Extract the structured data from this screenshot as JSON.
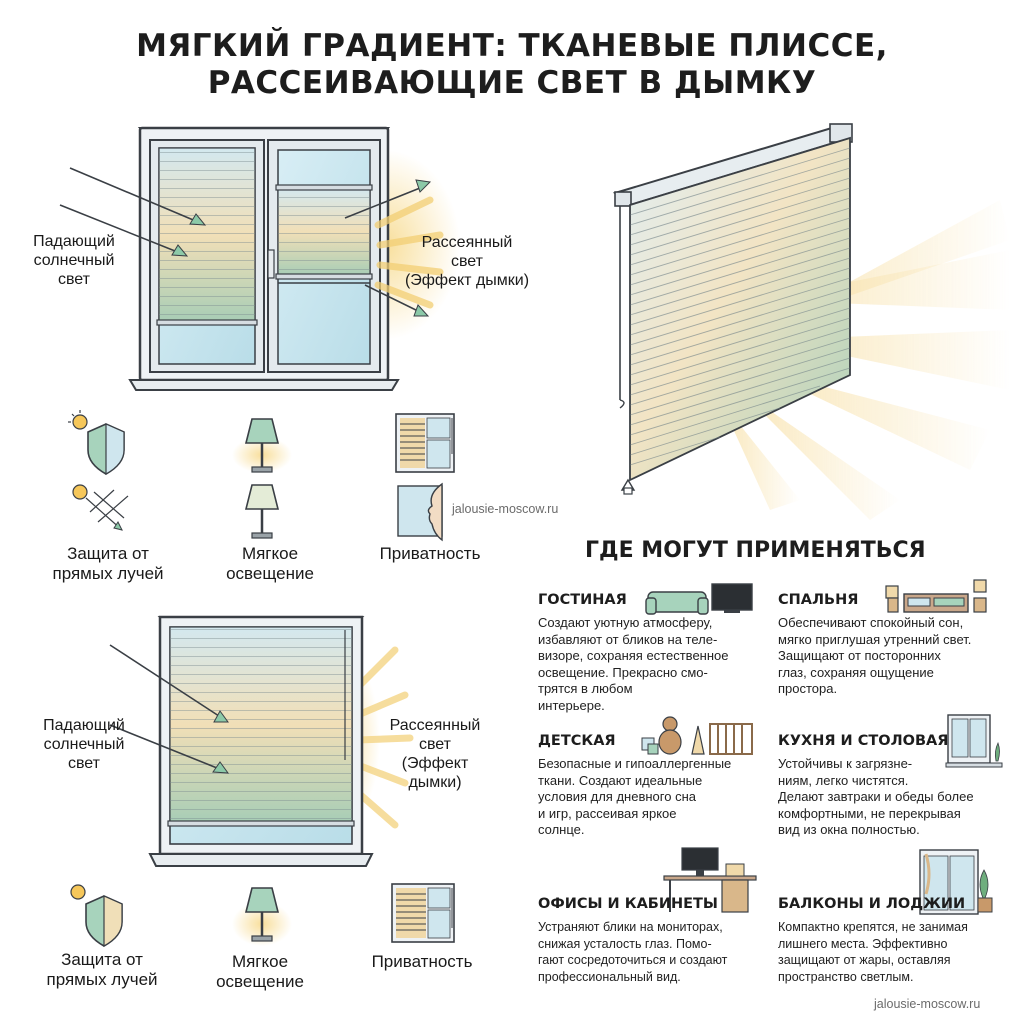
{
  "header": {
    "title_line1": "МЯГКИЙ ГРАДИЕНТ: ТКАНЕВЫЕ ПЛИССЕ,",
    "title_line2": "РАССЕИВАЮЩИЕ СВЕТ В ДЫМКУ"
  },
  "top_window": {
    "incoming_label": [
      "Падающий",
      "солнечный",
      "свет"
    ],
    "diffused_label": [
      "Рассеянный",
      "свет",
      "(Эффект дымки)"
    ]
  },
  "bottom_window": {
    "incoming_label": [
      "Падающий",
      "солнечный",
      "свет"
    ],
    "diffused_label": [
      "Рассеянный",
      "свет",
      "(Эффект",
      "дымки)"
    ]
  },
  "features_top": [
    {
      "icon": "sun-shield-icon",
      "label": [
        "Защита от",
        "прямых лучей"
      ]
    },
    {
      "icon": "table-lamp-icon",
      "label": [
        "Мягкое",
        "освещение"
      ]
    },
    {
      "icon": "privacy-icon",
      "label": [
        "Приватность"
      ]
    }
  ],
  "features_bottom": [
    {
      "icon": "sun-shield-icon",
      "label": [
        "Защита от",
        "прямых лучей"
      ]
    },
    {
      "icon": "table-lamp-icon",
      "label": [
        "Мягкое",
        "освещение"
      ]
    },
    {
      "icon": "blind-icon",
      "label": [
        "Приватность"
      ]
    }
  ],
  "watermark": "jalousie-moscow.ru",
  "applications": {
    "heading": "ГДЕ МОГУТ ПРИМЕНЯТЬСЯ",
    "items": [
      {
        "title": "ГОСТИНАЯ",
        "icon": "sofa-tv-icon",
        "desc": [
          "Создают уютную атмосферу,",
          "избавляют от бликов на теле-",
          "визоре, сохраняя естественное",
          "освещение. Прекрасно смо-",
          "трятся в любом",
          "интерьере."
        ]
      },
      {
        "title": "СПАЛЬНЯ",
        "icon": "bed-icon",
        "desc": [
          "Обеспечивают спокойный сон,",
          "мягко приглушая утренний свет.",
          "Защищают от посторонних",
          "глаз, сохраняя ощущение",
          "простора."
        ]
      },
      {
        "title": "ДЕТСКАЯ",
        "icon": "toys-crib-icon",
        "desc": [
          "Безопасные и гипоаллергенные",
          "ткани. Создают идеальные",
          "условия для дневного сна",
          "и игр, рассеивая яркое",
          "солнце."
        ]
      },
      {
        "title": "КУХНЯ И СТОЛОВАЯ",
        "icon": "kitchen-window-icon",
        "desc": [
          "Устойчивы к загрязне-",
          "ниям, легко чистятся.",
          "Делают завтраки и обеды более",
          "комфортными, не перекрывая",
          "вид из окна полностью."
        ]
      },
      {
        "title": "ОФИСЫ И КАБИНЕТЫ",
        "icon": "office-desk-icon",
        "desc": [
          "Устраняют блики на мониторах,",
          "снижая усталость глаз. Помо-",
          "гают сосредоточиться и создают",
          "профессиональный вид."
        ]
      },
      {
        "title": "БАЛКОНЫ И ЛОДЖИИ",
        "icon": "balcony-icon",
        "desc": [
          "Компактно крепятся, не занимая",
          "лишнего места. Эффективно",
          "защищают от жары, оставляя",
          "пространство светлым."
        ]
      }
    ]
  },
  "colors": {
    "fabric_top": "#cfe6ee",
    "fabric_mid": "#f0dfb8",
    "fabric_bottom": "#a9cfb8",
    "frame": "#e9eef2",
    "outline": "#3a3f45",
    "sun_ray": "#f6d98c"
  }
}
